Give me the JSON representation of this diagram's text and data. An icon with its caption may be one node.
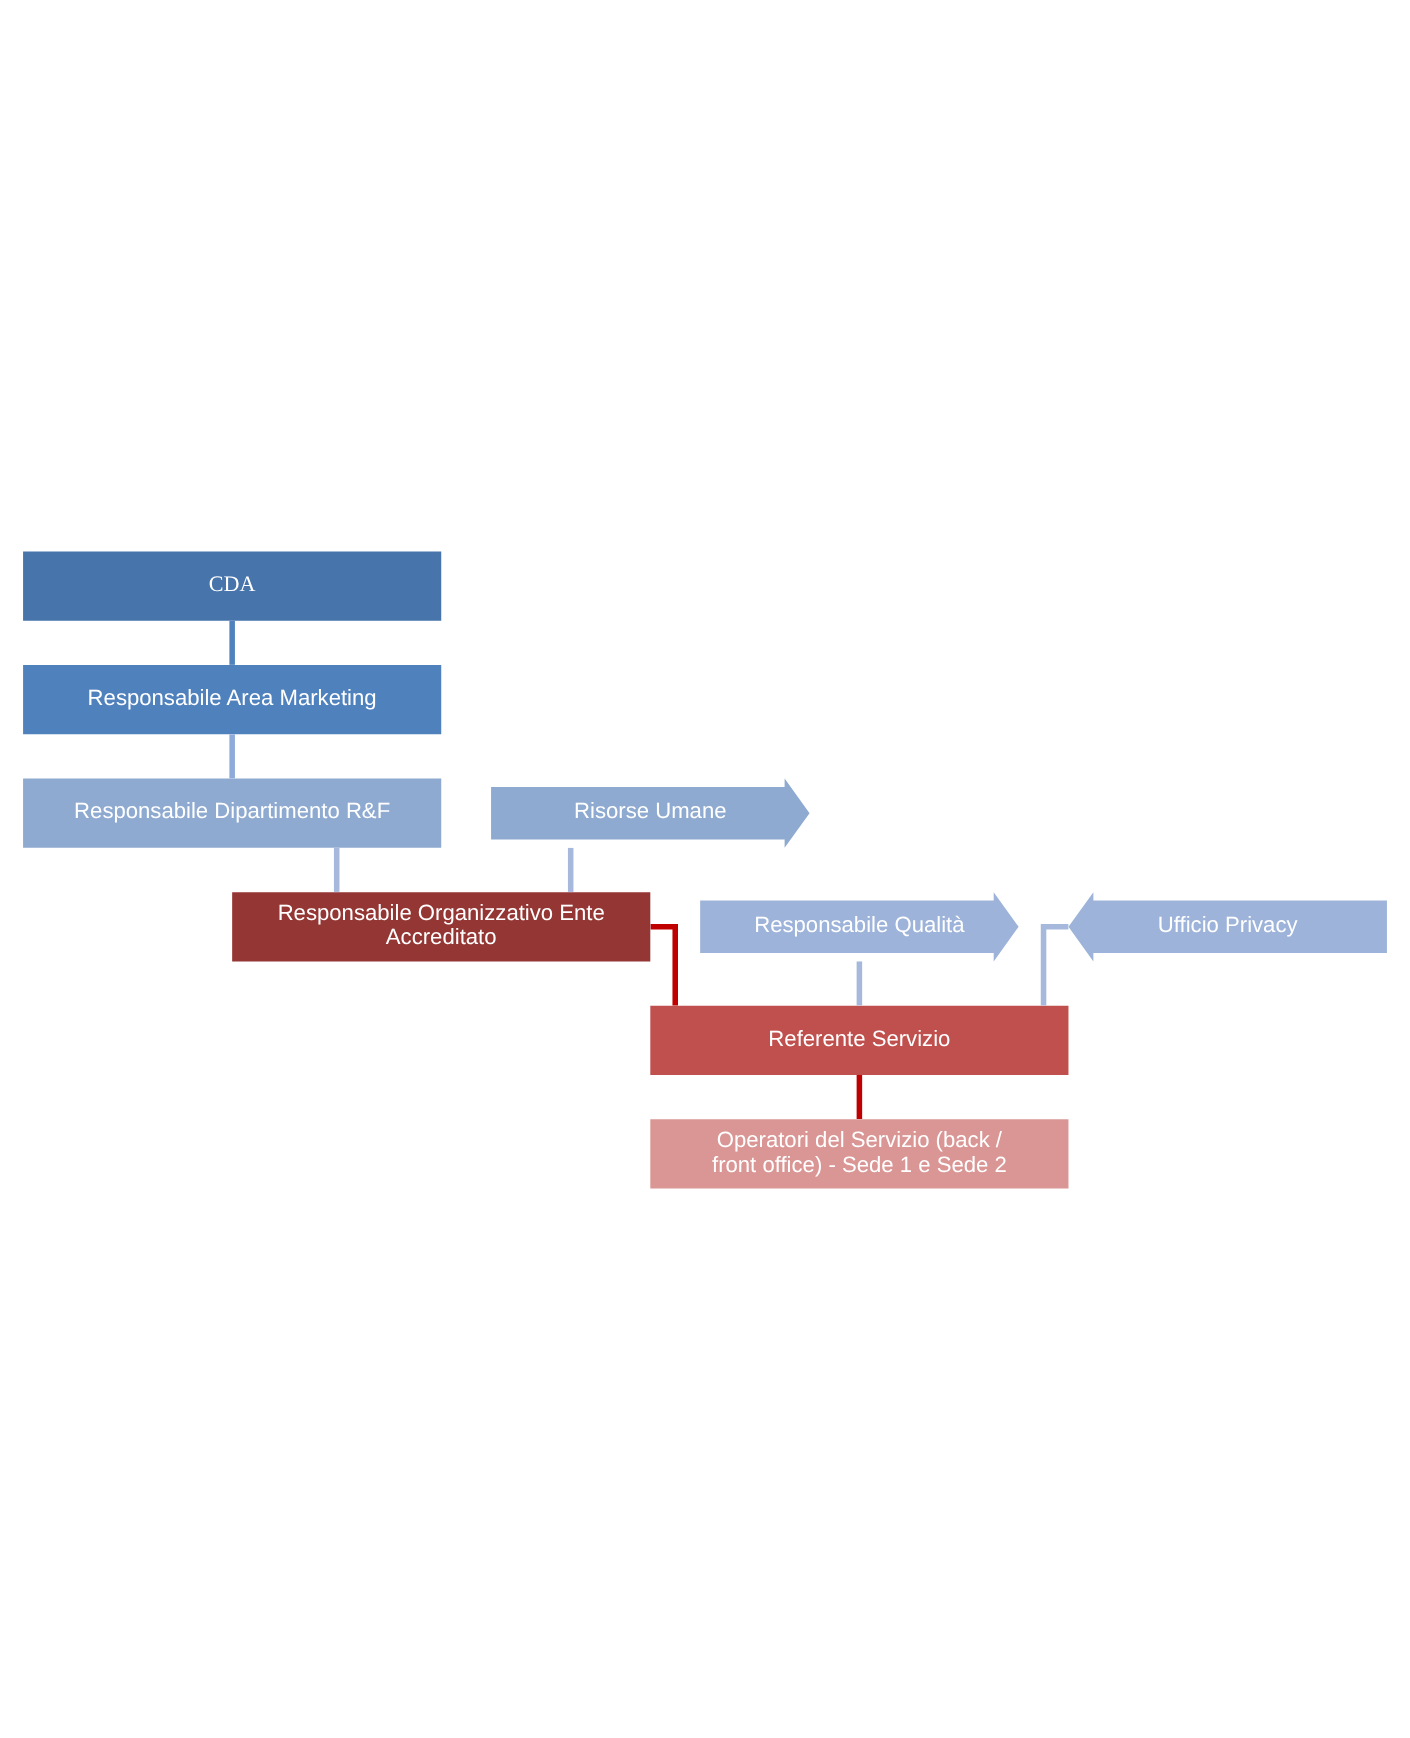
{
  "diagram": {
    "nodes": [
      {
        "text": [
          "CDA"
        ]
      },
      {
        "text": [
          "Responsabile Area Marketing"
        ]
      },
      {
        "text": [
          "Responsabile Dipartimento R&F"
        ]
      },
      {
        "text": [
          "Risorse Umane"
        ]
      },
      {
        "text": [
          "Responsabile Organizzativo Ente Accreditato"
        ]
      },
      {
        "text": [
          "Responsabile Qualità"
        ]
      },
      {
        "text": [
          "Ufficio Privacy"
        ]
      },
      {
        "text": [
          "Referente Servizio"
        ]
      },
      {
        "text": [
          "Operatori del Servizio (back / front office) - Sede 1 e Sede 2"
        ]
      }
    ],
    "edges": [
      {
        "from": 0,
        "to": 1,
        "arrow": "none",
        "color": "#4f81bd"
      },
      {
        "from": 1,
        "to": 2,
        "arrow": "none",
        "color": "#8eaadb"
      },
      {
        "from": 2,
        "to": 4,
        "arrow": "none",
        "color": "#a6b9dc"
      },
      {
        "from": 3,
        "to": 4,
        "arrow": "none",
        "color": "#a6b9dc"
      },
      {
        "from": 4,
        "to": 7,
        "arrow": "none",
        "color": "#c00000"
      },
      {
        "from": 5,
        "to": 7,
        "arrow": "none",
        "color": "#a6b9dc"
      },
      {
        "from": 6,
        "to": 7,
        "arrow": "none",
        "color": "#a6b9dc"
      },
      {
        "from": 7,
        "to": 8,
        "arrow": "none",
        "color": "#c00000"
      }
    ]
  }
}
